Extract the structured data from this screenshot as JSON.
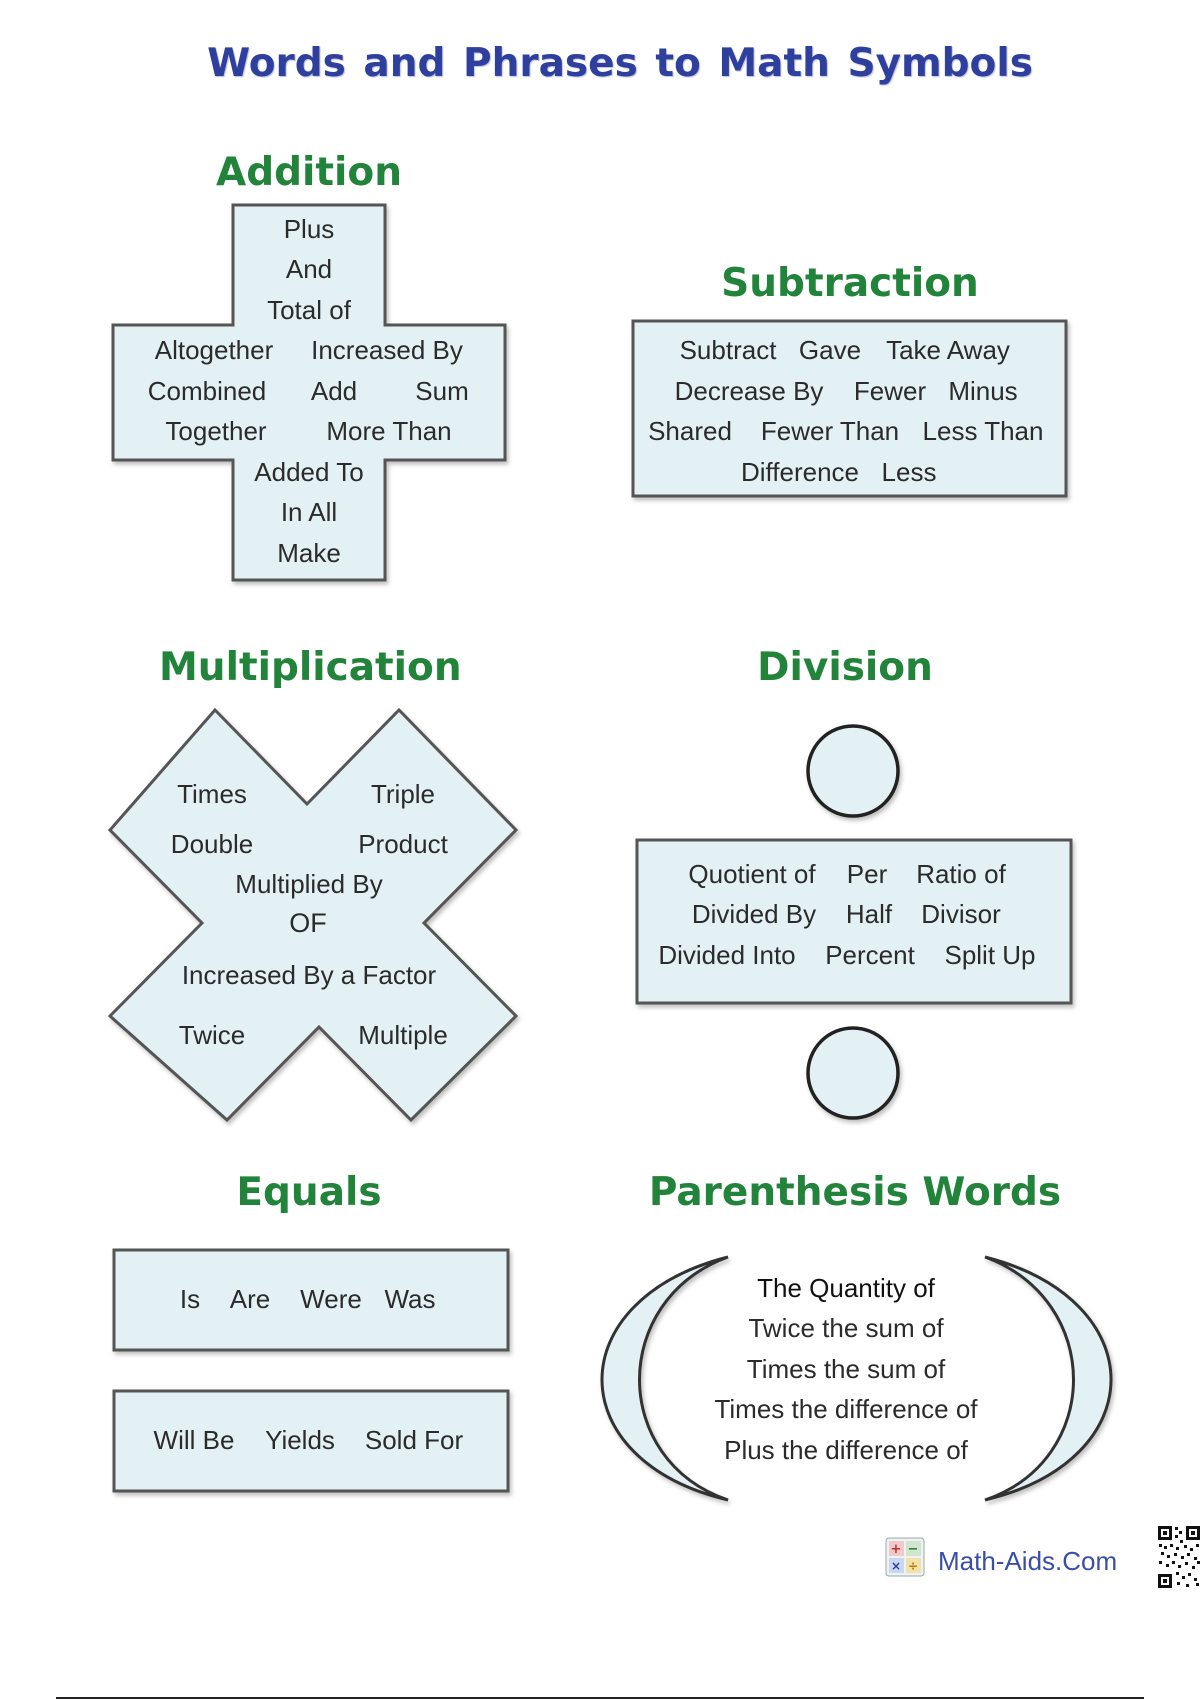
{
  "colors": {
    "title": "#2e3f9e",
    "heading": "#22833a",
    "shape_fill": "#e3f1f4",
    "shape_stroke": "#555555",
    "link": "#3a4ea8"
  },
  "title": "Words and Phrases to Math Symbols",
  "addition": {
    "heading": "Addition",
    "words": [
      "Plus",
      "And",
      "Total of",
      "Altogether",
      "Increased By",
      "Combined",
      "Add",
      "Sum",
      "Together",
      "More Than",
      "Added To",
      "In All",
      "Make"
    ]
  },
  "subtraction": {
    "heading": "Subtraction",
    "words": [
      "Subtract",
      "Gave",
      "Take Away",
      "Decrease By",
      "Fewer",
      "Minus",
      "Shared",
      "Fewer Than",
      "Less Than",
      "Difference",
      "Less"
    ]
  },
  "multiplication": {
    "heading": "Multiplication",
    "words": [
      "Times",
      "Triple",
      "Double",
      "Product",
      "Multiplied By",
      "OF",
      "Increased By a Factor",
      "Twice",
      "Multiple"
    ]
  },
  "division": {
    "heading": "Division",
    "words": [
      "Quotient of",
      "Per",
      "Ratio of",
      "Divided By",
      "Half",
      "Divisor",
      "Divided Into",
      "Percent",
      "Split Up"
    ]
  },
  "equals": {
    "heading": "Equals",
    "box1_words": [
      "Is",
      "Are",
      "Were",
      "Was"
    ],
    "box2_words": [
      "Will Be",
      "Yields",
      "Sold For"
    ]
  },
  "parenthesis": {
    "heading": "Parenthesis Words",
    "phrases": [
      "The Quantity of",
      "Twice the sum of",
      "Times the sum of",
      "Times the difference of",
      "Plus the difference of"
    ]
  },
  "footer": {
    "brand": "Math-Aids.Com",
    "logo_icon": "calculator-icon",
    "qr_icon": "qr-code-icon"
  }
}
